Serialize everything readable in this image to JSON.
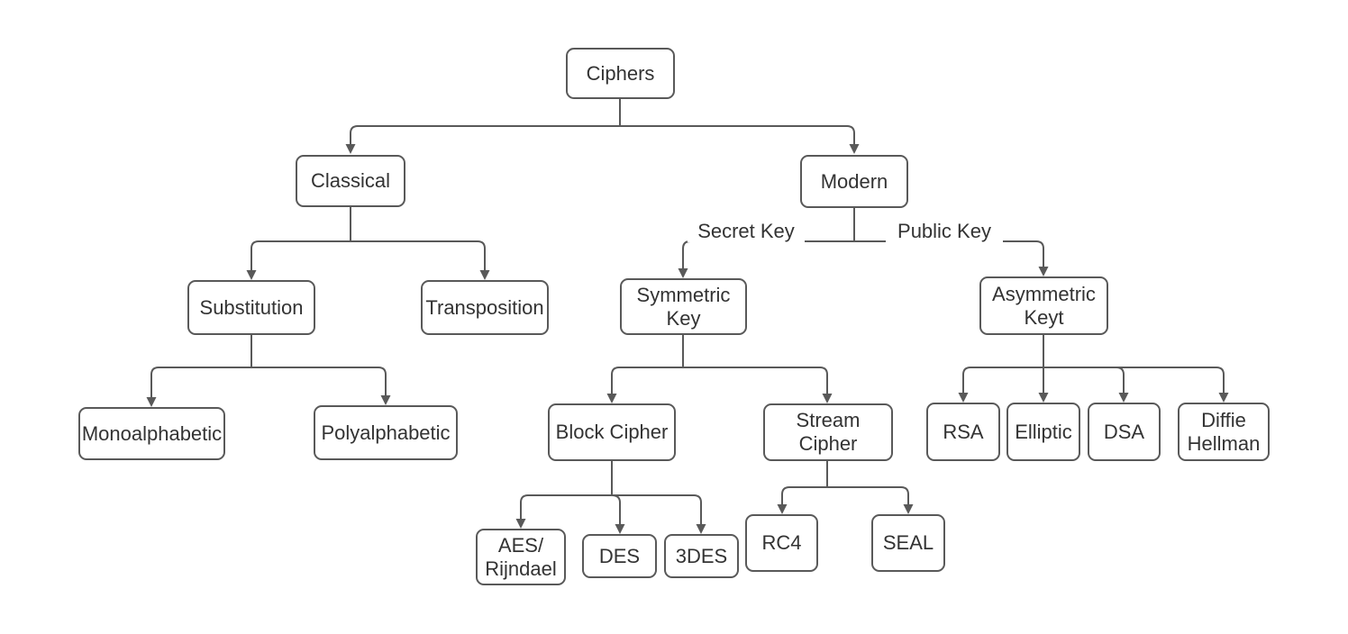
{
  "colors": {
    "background": "#ffffff",
    "node_fill": "#ffffff",
    "node_border": "#595959",
    "connector": "#595959",
    "text": "#333333"
  },
  "nodes": {
    "ciphers": {
      "label": "Ciphers"
    },
    "classical": {
      "label": "Classical"
    },
    "modern": {
      "label": "Modern"
    },
    "substitution": {
      "label": "Substitution"
    },
    "transposition": {
      "label": "Transposition"
    },
    "symmetric_key": {
      "label": "Symmetric\nKey"
    },
    "asymmetric_keyt": {
      "label": "Asymmetric\nKeyt"
    },
    "monoalphabetic": {
      "label": "Monoalphabetic"
    },
    "polyalphabetic": {
      "label": "Polyalphabetic"
    },
    "block_cipher": {
      "label": "Block Cipher"
    },
    "stream_cipher": {
      "label": "Stream\nCipher"
    },
    "rsa": {
      "label": "RSA"
    },
    "elliptic": {
      "label": "Elliptic"
    },
    "dsa": {
      "label": "DSA"
    },
    "diffie_hellman": {
      "label": "Diffie\nHellman"
    },
    "aes_rijndael": {
      "label": "AES/\nRijndael"
    },
    "des": {
      "label": "DES"
    },
    "three_des": {
      "label": "3DES"
    },
    "rc4": {
      "label": "RC4"
    },
    "seal": {
      "label": "SEAL"
    }
  },
  "edge_labels": {
    "secret_key": "Secret Key",
    "public_key": "Public Key"
  },
  "edges": [
    {
      "from": "Ciphers",
      "to": "Classical"
    },
    {
      "from": "Ciphers",
      "to": "Modern"
    },
    {
      "from": "Classical",
      "to": "Substitution"
    },
    {
      "from": "Classical",
      "to": "Transposition"
    },
    {
      "from": "Modern",
      "to": "Symmetric Key",
      "label": "Secret Key"
    },
    {
      "from": "Modern",
      "to": "Asymmetric Keyt",
      "label": "Public Key"
    },
    {
      "from": "Substitution",
      "to": "Monoalphabetic"
    },
    {
      "from": "Substitution",
      "to": "Polyalphabetic"
    },
    {
      "from": "Symmetric Key",
      "to": "Block Cipher"
    },
    {
      "from": "Symmetric Key",
      "to": "Stream Cipher"
    },
    {
      "from": "Asymmetric Keyt",
      "to": "RSA"
    },
    {
      "from": "Asymmetric Keyt",
      "to": "Elliptic"
    },
    {
      "from": "Asymmetric Keyt",
      "to": "DSA"
    },
    {
      "from": "Asymmetric Keyt",
      "to": "Diffie Hellman"
    },
    {
      "from": "Block Cipher",
      "to": "AES/Rijndael"
    },
    {
      "from": "Block Cipher",
      "to": "DES"
    },
    {
      "from": "Block Cipher",
      "to": "3DES"
    },
    {
      "from": "Stream Cipher",
      "to": "RC4"
    },
    {
      "from": "Stream Cipher",
      "to": "SEAL"
    }
  ]
}
